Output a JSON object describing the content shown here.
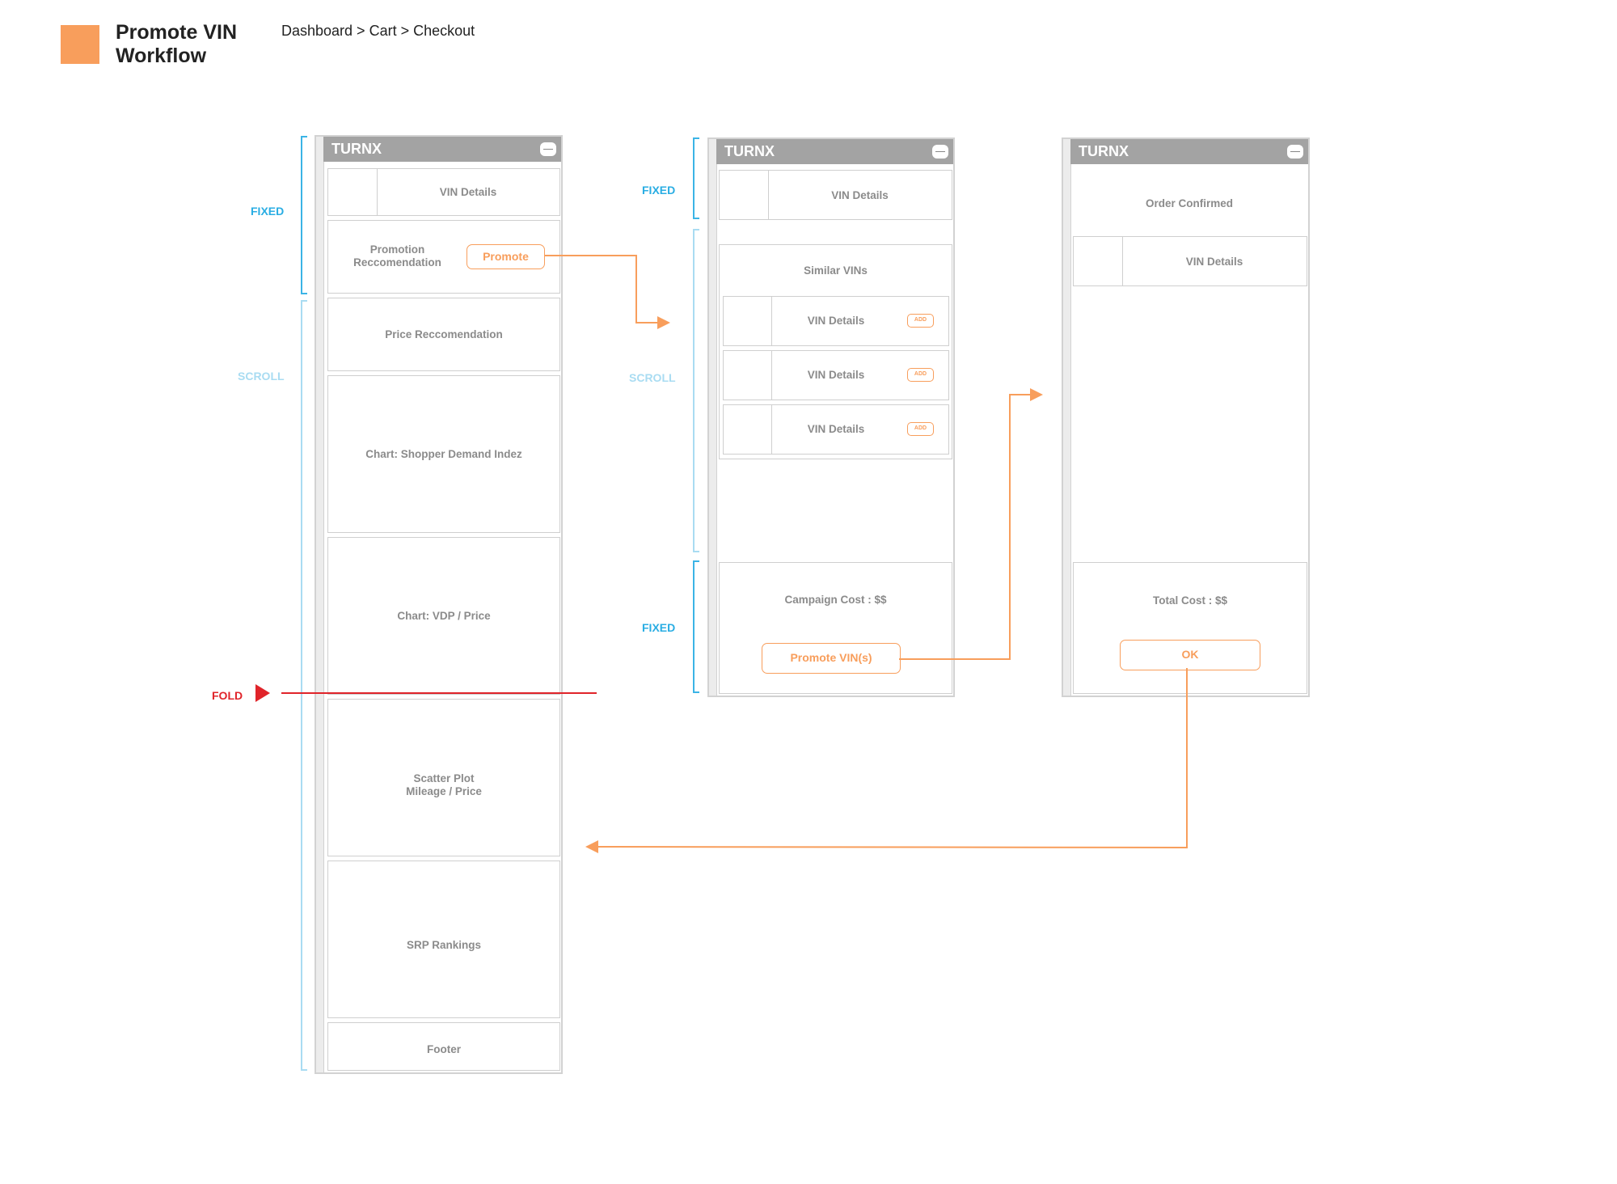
{
  "header": {
    "title": "Promote VIN Workflow",
    "breadcrumb": "Dashboard > Cart > Checkout"
  },
  "colors": {
    "accent": "#F89E5C",
    "annotation": "#29ade3",
    "fold": "#e0242a",
    "topbar": "#a3a3a3"
  },
  "annotations": {
    "fixed": "FIXED",
    "scroll": "SCROLL",
    "fold": "FOLD"
  },
  "screen1": {
    "brand": "TURNX",
    "vin_details": "VIN Details",
    "promotion": "Promotion Reccomendation",
    "promote_button": "Promote",
    "price": "Price Reccomendation",
    "chart_demand": "Chart: Shopper Demand Indez",
    "chart_vdp": "Chart: VDP / Price",
    "scatter_line1": "Scatter Plot",
    "scatter_line2": "Mileage / Price",
    "srp": "SRP Rankings",
    "footer": "Footer"
  },
  "screen2": {
    "brand": "TURNX",
    "vin_details": "VIN Details",
    "similar_vins": "Similar VINs",
    "items": [
      {
        "label": "VIN Details",
        "add": "ADD"
      },
      {
        "label": "VIN Details",
        "add": "ADD"
      },
      {
        "label": "VIN Details",
        "add": "ADD"
      }
    ],
    "campaign_cost": "Campaign Cost : $$",
    "promote_vins_button": "Promote VIN(s)"
  },
  "screen3": {
    "brand": "TURNX",
    "order_confirmed": "Order Confirmed",
    "vin_details": "VIN Details",
    "total_cost": "Total Cost : $$",
    "ok_button": "OK"
  }
}
